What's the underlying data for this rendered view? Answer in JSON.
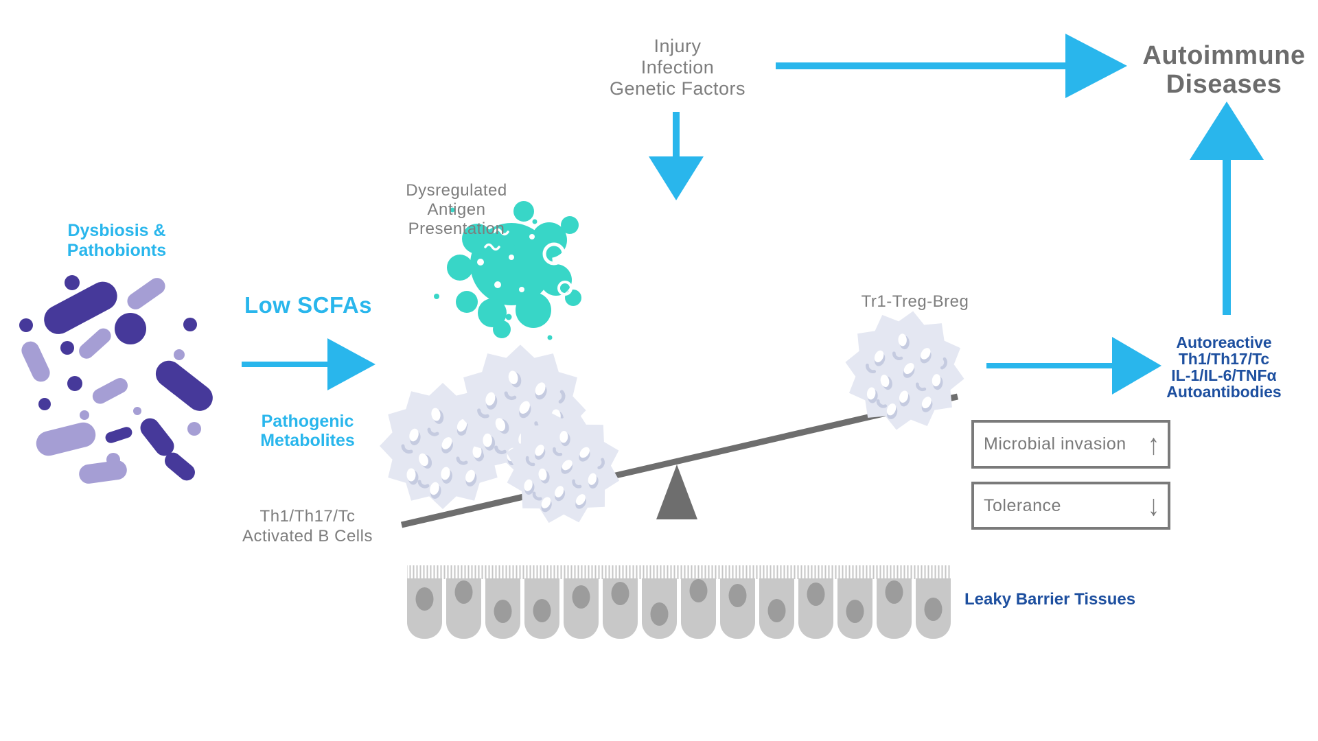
{
  "palette": {
    "accent_cyan": "#29b6ec",
    "teal_microbe": "#38d6c7",
    "gray_text": "#7d7d7d",
    "title_gray": "#6c6c6c",
    "dark_blue": "#1d4f9f",
    "purple_dark": "#46399a",
    "purple_light": "#a59ed4",
    "cell_fill": "#e4e7f2",
    "cell_detail": "#c5cbe0",
    "seesaw_gray": "#6e6e6e",
    "barrier_cell": "#c8c8c8",
    "barrier_nucleus": "#9c9c9c"
  },
  "labels": {
    "injury_factors": {
      "line1": "Injury",
      "line2": "Infection",
      "line3": "Genetic Factors"
    },
    "autoimmune_title": {
      "line1": "Autoimmune",
      "line2": "Diseases"
    },
    "dysregulated": {
      "line1": "Dysregulated",
      "line2": "Antigen",
      "line3": "Presentation"
    },
    "dysbiosis": {
      "line1": "Dysbiosis &",
      "line2": "Pathobionts"
    },
    "low_scfas": "Low SCFAs",
    "pathogenic": {
      "line1": "Pathogenic",
      "line2": "Metabolites"
    },
    "th_activated": {
      "line1": "Th1/Th17/Tc",
      "line2": "Activated B Cells"
    },
    "tr1": "Tr1-Treg-Breg",
    "autoreactive": {
      "line1": "Autoreactive",
      "line2": "Th1/Th17/Tc",
      "line3": "IL-1/IL-6/TNFα",
      "line4": "Autoantibodies"
    },
    "microbial_box": {
      "label": "Microbial invasion",
      "arrow": "↑"
    },
    "tolerance_box": {
      "label": "Tolerance",
      "arrow": "↓"
    },
    "leaky": "Leaky Barrier Tissues"
  },
  "icons": {
    "dysbiosis_cluster": "purple-microbe-cluster-icon",
    "antigen_microbe": "teal-microbe-splat-icon",
    "immune_cells": "spiky-immune-cell-icon",
    "balance": "seesaw-balance-icon",
    "barrier": "epithelial-barrier-icon"
  }
}
